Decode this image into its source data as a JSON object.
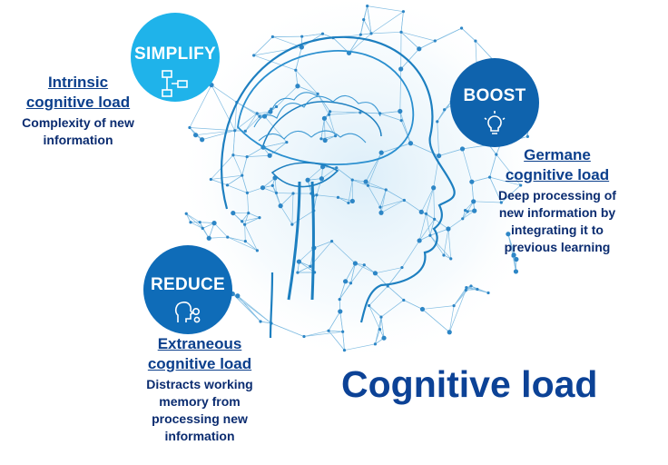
{
  "title": "Cognitive load",
  "circles": {
    "simplify": {
      "label": "SIMPLIFY",
      "icon": "flowchart-icon",
      "color": "#1fb3ea"
    },
    "boost": {
      "label": "BOOST",
      "icon": "lightbulb-icon",
      "color": "#0f63ad"
    },
    "reduce": {
      "label": "REDUCE",
      "icon": "head-gears-icon",
      "color": "#0f6cb8"
    }
  },
  "blocks": {
    "intrinsic": {
      "title_lines": [
        "Intrinsic",
        "cognitive load"
      ],
      "desc_lines": [
        "Complexity of new",
        "information"
      ]
    },
    "germane": {
      "title_lines": [
        "Germane",
        "cognitive load"
      ],
      "desc_lines": [
        "Deep processing of",
        "new information by",
        "integrating it to",
        "previous learning"
      ]
    },
    "extraneous": {
      "title_lines": [
        "Extraneous",
        "cognitive load"
      ],
      "desc_lines": [
        "Distracts working",
        "memory from",
        "processing new",
        "information"
      ]
    }
  },
  "colors": {
    "title": "#0c4296",
    "network": "#3f9bd0",
    "text": "#0b3f8c"
  }
}
